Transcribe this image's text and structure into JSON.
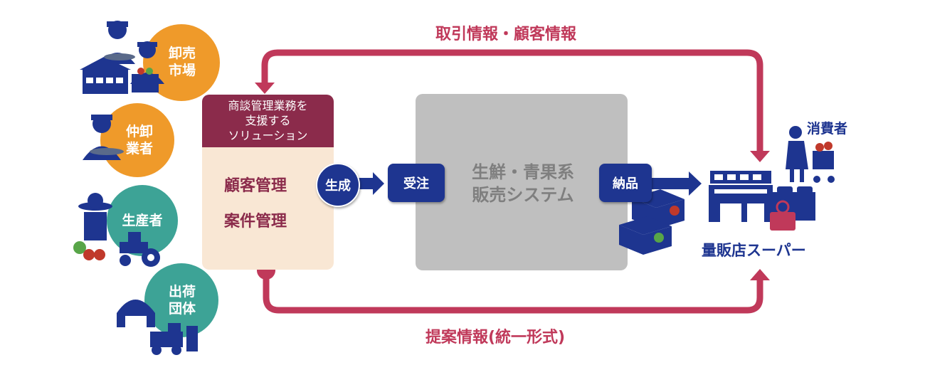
{
  "flow": {
    "top_label": "取引情報・顧客情報",
    "bottom_label": "提案情報(統一形式)"
  },
  "sources": [
    {
      "line1": "卸売",
      "line2": "市場",
      "color": "#ef9a2a"
    },
    {
      "line1": "仲卸",
      "line2": "業者",
      "color": "#ef9a2a"
    },
    {
      "line1": "生産者",
      "line2": "",
      "color": "#3da396"
    },
    {
      "line1": "出荷",
      "line2": "団体",
      "color": "#3da396"
    }
  ],
  "solution": {
    "header_lines": [
      "商談管理業務を",
      "支援する",
      "ソリューション"
    ],
    "item1": "顧客管理",
    "item2": "案件管理",
    "header_color": "#8b2b4b",
    "body_color": "#f9e7d4"
  },
  "steps": {
    "generate": "生成",
    "order": "受注",
    "deliver": "納品"
  },
  "system": {
    "line1": "生鮮・青果系",
    "line2": "販売システム"
  },
  "retail": {
    "consumer": "消費者",
    "store": "量販店スーパー"
  },
  "colors": {
    "flow": "#c0395a",
    "navy": "#1e3590",
    "system_bg": "#bfbfbf"
  }
}
